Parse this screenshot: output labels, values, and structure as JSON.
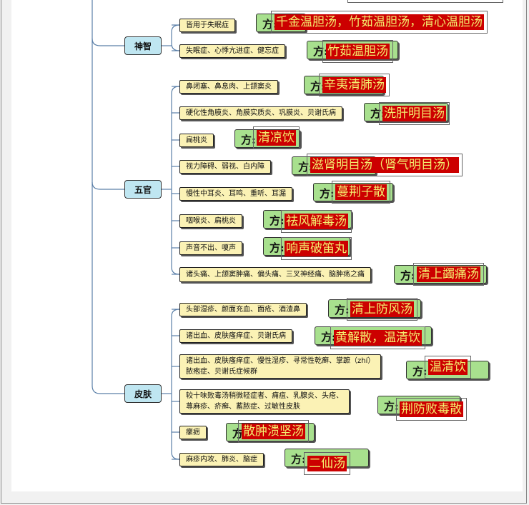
{
  "categories": [
    {
      "label": "神智",
      "items": [
        {
          "symptom": [
            "皆用于失眠症"
          ],
          "prefix": "方:",
          "formula": "千金温胆汤，竹茹温胆汤，清心温胆汤"
        },
        {
          "symptom": [
            "失眠症、心悸亢进症、健忘症"
          ],
          "prefix": "方:",
          "formula": "竹茹温胆汤"
        }
      ]
    },
    {
      "label": "五官",
      "items": [
        {
          "symptom": [
            "鼻闭塞、鼻息肉、上颌窦炎"
          ],
          "prefix": "方:",
          "formula": "辛夷清肺汤"
        },
        {
          "symptom": [
            "硬化性角膜炎、角膜实质炎、巩膜炎、贝谢氏病"
          ],
          "prefix": "方:",
          "formula": "洗肝明目汤"
        },
        {
          "symptom": [
            "扁桃炎"
          ],
          "prefix": "方:",
          "formula": "清凉饮"
        },
        {
          "symptom": [
            "视力障碍、弱视、白内障"
          ],
          "prefix": "方:",
          "formula": "滋肾明目汤（肾气明目汤）"
        },
        {
          "symptom": [
            "慢性中耳炎、耳鸣、重听、耳漏"
          ],
          "prefix": "方:",
          "formula": "蔓荆子散"
        },
        {
          "symptom": [
            "咽喉炎、扁桃炎"
          ],
          "prefix": "方:",
          "formula": "祛风解毒汤"
        },
        {
          "symptom": [
            "声音不出、嗄声"
          ],
          "prefix": "方:",
          "formula": "响声破笛丸"
        },
        {
          "symptom": [
            "诸头痛、上颌窦肿痛、偏头痛、三叉神经痛、脑肿疡之痛"
          ],
          "prefix": "方:",
          "formula": "清上蠲痛汤"
        }
      ]
    },
    {
      "label": "皮肤",
      "items": [
        {
          "symptom": [
            "头部湿疹、颜面充血、面疮、酒渣鼻"
          ],
          "prefix": "方:",
          "formula": "清上防风汤"
        },
        {
          "symptom": [
            "诸出血、皮肤瘙痒症、贝谢氏病"
          ],
          "prefix": "方:",
          "formula": "黄解散，温清饮"
        },
        {
          "symptom": [
            "诸出血、皮肤瘙痒症、慢性湿疹、寻常性乾癣、掌蹠（zhí）",
            "脓疱症、贝谢氏症候群"
          ],
          "prefix": "方:",
          "formula": "温清饮"
        },
        {
          "symptom": [
            "较十味败毒汤稍微轻症者、痈疽、乳腺炎、头疮、",
            "荨麻疹、疥癣、蓄脓症、过敏性皮肤"
          ],
          "prefix": "方:",
          "formula": "荆防败毒散"
        },
        {
          "symptom": [
            "瘰疬"
          ],
          "prefix": "方:",
          "formula": "散肿溃坚汤"
        },
        {
          "symptom": [
            "麻疹内攻、肺炎、脑症"
          ],
          "prefix": "方:",
          "formula": "二仙汤"
        }
      ]
    }
  ]
}
